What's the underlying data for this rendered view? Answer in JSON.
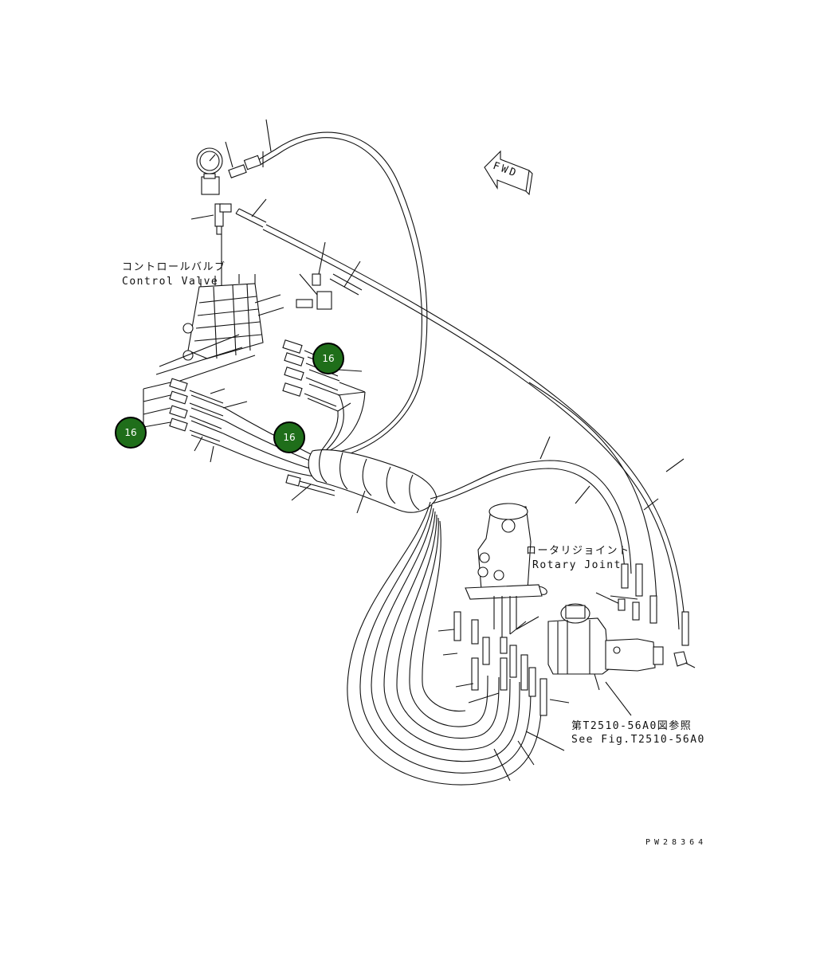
{
  "diagram": {
    "labels": {
      "control_valve_jp": "コントロールバルブ",
      "control_valve_en": "Control Valve",
      "rotary_joint_jp": "ロータリジョイント",
      "rotary_joint_en": "Rotary Joint",
      "see_fig_jp": "第T2510-56A0図参照",
      "see_fig_en": "See Fig.T2510-56A0",
      "fwd": "FWD",
      "drawing_id": "PW28364"
    },
    "callouts": [
      "16",
      "16",
      "16"
    ],
    "colors": {
      "callout_fill": "#1f6e1a",
      "line": "#111111",
      "background": "#ffffff"
    }
  }
}
